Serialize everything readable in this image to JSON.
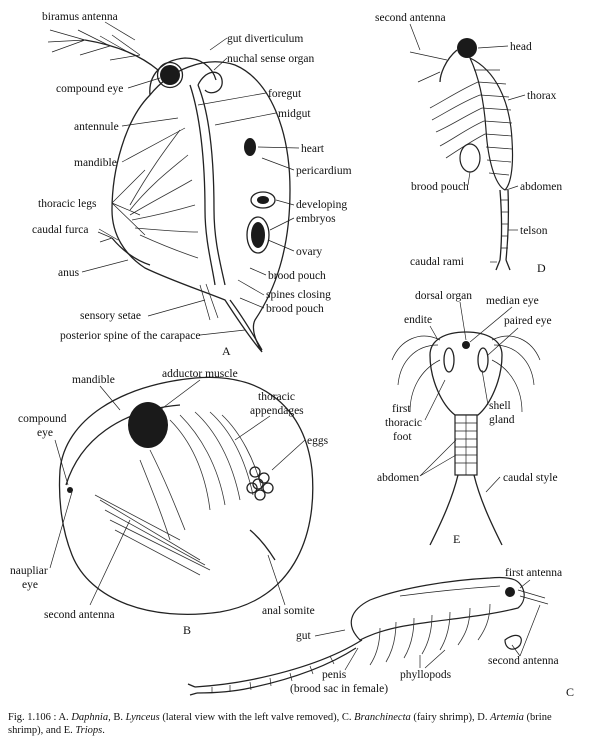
{
  "panel_a": {
    "letter": "A",
    "labels": {
      "biramus_antenna": "biramus antenna",
      "gut_diverticulum": "gut diverticulum",
      "nuchal_sense_organ": "nuchal sense organ",
      "compound_eye": "compound eye",
      "foregut": "foregut",
      "antennule": "antennule",
      "midgut": "midgut",
      "mandible": "mandible",
      "heart": "heart",
      "pericardium": "pericardium",
      "thoracic_legs": "thoracic legs",
      "developing_1": "developing",
      "developing_2": "embryos",
      "caudal_furca": "caudal furca",
      "ovary": "ovary",
      "anus": "anus",
      "brood_pouch": "brood pouch",
      "sensory_setae": "sensory setae",
      "spines_1": "spines closing",
      "spines_2": "brood pouch",
      "posterior_spine": "posterior spine of the carapace"
    }
  },
  "panel_b": {
    "letter": "B",
    "labels": {
      "mandible": "mandible",
      "adductor_muscle": "adductor muscle",
      "compound_1": "compound",
      "compound_2": "eye",
      "thoracic_1": "thoracic",
      "thoracic_2": "appendages",
      "eggs": "eggs",
      "naupliar_1": "naupliar",
      "naupliar_2": "eye",
      "second_antenna": "second antenna",
      "anal_somite": "anal somite"
    }
  },
  "panel_c": {
    "letter": "C",
    "labels": {
      "first_antenna": "first antenna",
      "gut": "gut",
      "second_antenna": "second antenna",
      "penis": "penis",
      "brood_sac": "(brood sac in female)",
      "phyllopods": "phyllopods"
    }
  },
  "panel_d": {
    "letter": "D",
    "labels": {
      "second_antenna": "second antenna",
      "head": "head",
      "thorax": "thorax",
      "brood_pouch": "brood pouch",
      "abdomen": "abdomen",
      "telson": "telson",
      "caudal_rami": "caudal rami"
    }
  },
  "panel_e": {
    "letter": "E",
    "labels": {
      "dorsal_organ": "dorsal organ",
      "median_eye": "median eye",
      "endite": "endite",
      "paired_eye": "paired eye",
      "first_1": "first",
      "first_2": "thoracic",
      "first_3": "foot",
      "shell_1": "shell",
      "shell_2": "gland",
      "abdomen": "abdomen",
      "caudal_style": "caudal style"
    }
  },
  "caption": {
    "fig": "Fig. 1.106 : A. ",
    "daphnia": "Daphnia,",
    "b": " B. ",
    "lynceus": "Lynceus",
    "b_rest": " (lateral view with the left valve removed), C. ",
    "branchinecta": "Branchinecta",
    "c_rest": " (fairy shrimp), D. ",
    "artemia": "Artemia",
    "d_rest": " (brine shrimp), and E. ",
    "triops": "Triops",
    "end": "."
  }
}
